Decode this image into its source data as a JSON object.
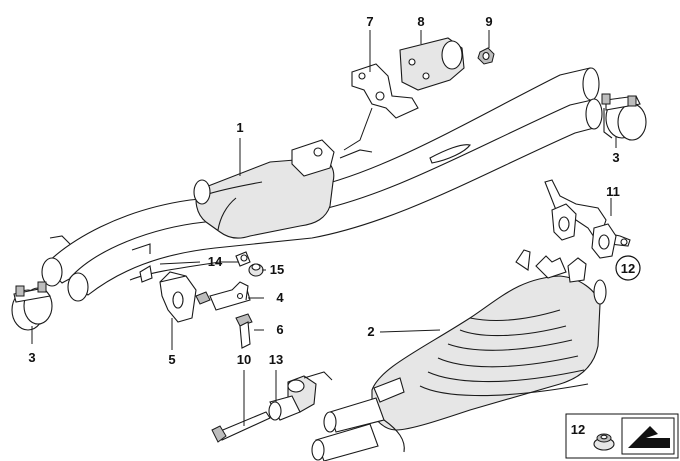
{
  "callouts": {
    "c1": "1",
    "c2": "2",
    "c3_left": "3",
    "c3_right": "3",
    "c4": "4",
    "c5": "5",
    "c6": "6",
    "c7": "7",
    "c8": "8",
    "c9": "9",
    "c10": "10",
    "c11": "11",
    "c12_circled": "12",
    "c13": "13",
    "c14": "14",
    "c15": "15",
    "c12_legend": "12"
  }
}
